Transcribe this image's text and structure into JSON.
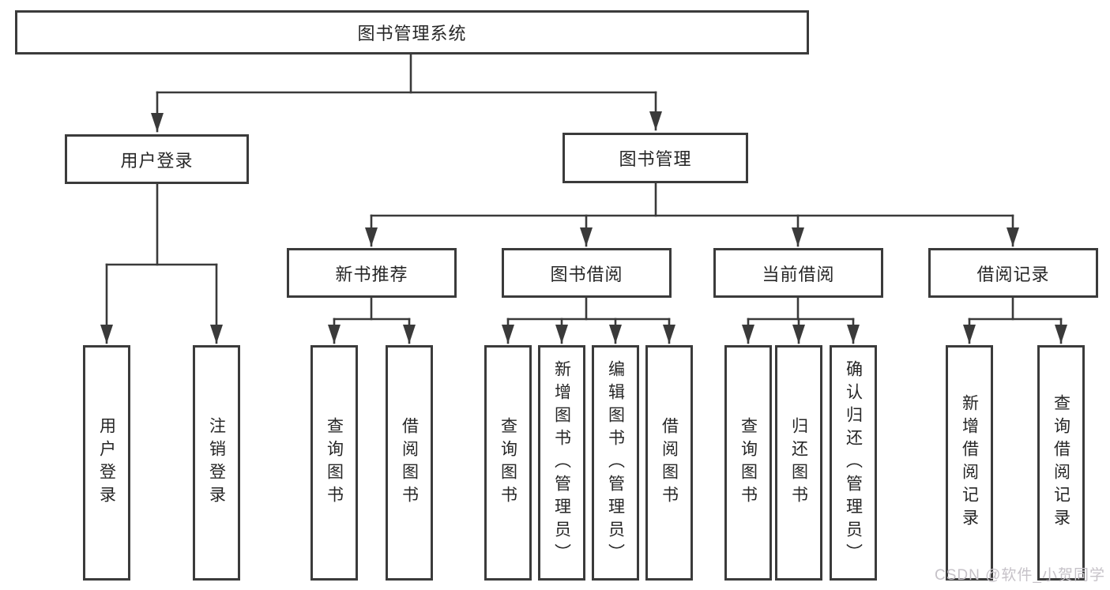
{
  "diagram": {
    "title_note": "functional structure tree",
    "root": {
      "label": "图书管理系统"
    },
    "branches": [
      {
        "label": "用户登录",
        "leaves": [
          {
            "label": "用户登录"
          },
          {
            "label": "注销登录"
          }
        ]
      },
      {
        "label": "图书管理",
        "groups": [
          {
            "label": "新书推荐",
            "leaves": [
              {
                "label": "查询图书"
              },
              {
                "label": "借阅图书"
              }
            ]
          },
          {
            "label": "图书借阅",
            "leaves": [
              {
                "label": "查询图书"
              },
              {
                "label": "新增图书（管理员）"
              },
              {
                "label": "编辑图书（管理员）"
              },
              {
                "label": "借阅图书"
              }
            ]
          },
          {
            "label": "当前借阅",
            "leaves": [
              {
                "label": "查询图书"
              },
              {
                "label": "归还图书"
              },
              {
                "label": "确认归还（管理员）"
              }
            ]
          },
          {
            "label": "借阅记录",
            "leaves": [
              {
                "label": "新增借阅记录"
              },
              {
                "label": "查询借阅记录"
              }
            ]
          }
        ]
      }
    ]
  },
  "watermark": {
    "text": "CSDN @软件_小贺同学"
  },
  "colors": {
    "line": "#3a3a3a",
    "box_border": "#3b3b3b",
    "text": "#262626",
    "watermark_text": "#c6c2c8",
    "background": "#ffffff"
  }
}
